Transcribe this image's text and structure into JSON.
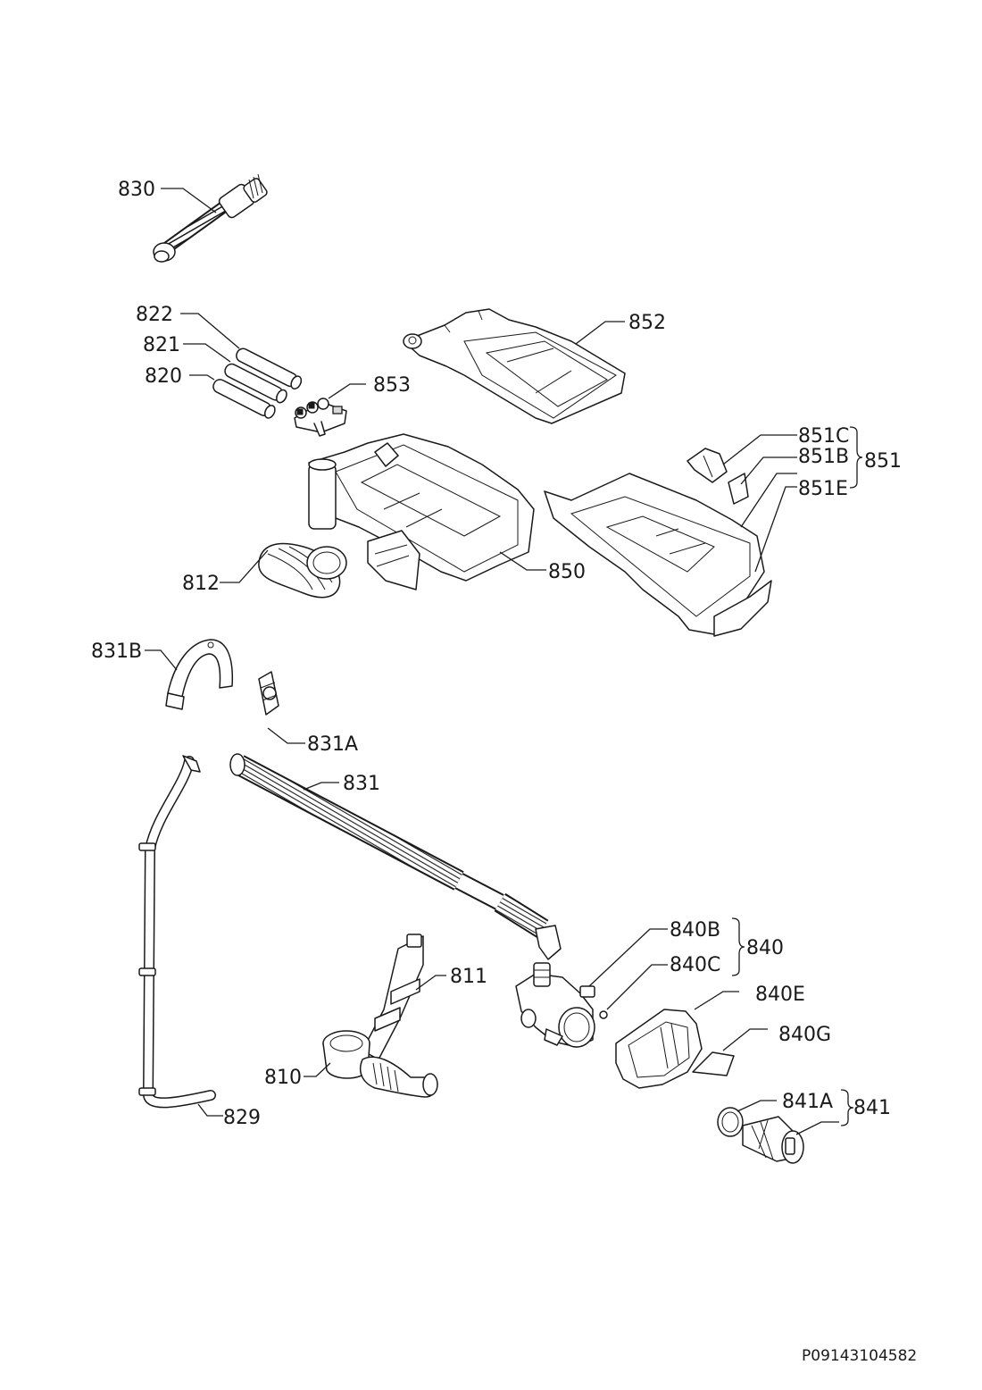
{
  "doc_id": "P09143104582",
  "labels": {
    "p830": "830",
    "p822": "822",
    "p821": "821",
    "p820": "820",
    "p853": "853",
    "p852": "852",
    "p851C": "851C",
    "p851B": "851B",
    "p851E": "851E",
    "p851": "851",
    "p850": "850",
    "p812": "812",
    "p831B": "831B",
    "p831A": "831A",
    "p831": "831",
    "p840B": "840B",
    "p840C": "840C",
    "p840": "840",
    "p840E": "840E",
    "p840G": "840G",
    "p811": "811",
    "p810": "810",
    "p829": "829",
    "p841A": "841A",
    "p841": "841"
  }
}
